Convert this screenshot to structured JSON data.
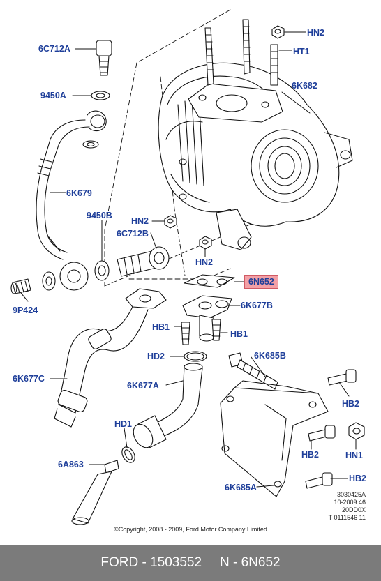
{
  "callouts": {
    "hn2_top": "HN2",
    "ht1": "HT1",
    "c6k682": "6K682",
    "c6c712a": "6C712A",
    "c9450a": "9450A",
    "c6k679": "6K679",
    "c9450b": "9450B",
    "hn2_left": "HN2",
    "c6c712b": "6C712B",
    "hn2_mid": "HN2",
    "c6n652": "6N652",
    "c9p424": "9P424",
    "c6k677b": "6K677B",
    "hb1_left": "HB1",
    "hb1_right": "HB1",
    "hd2": "HD2",
    "c6k685b": "6K685B",
    "c6k677c": "6K677C",
    "c6k677a": "6K677A",
    "hb2_top": "HB2",
    "hd1": "HD1",
    "hb2_mid": "HB2",
    "hn1": "HN1",
    "c6a863": "6A863",
    "c6k685a": "6K685A",
    "hb2_bottom": "HB2"
  },
  "highlighted_part": "6N652",
  "highlight_color": "#f3a0a6",
  "callout_color": "#1f3f9a",
  "meta": {
    "line1": "3030425A",
    "line2": "10-2009 46",
    "line3": "20DD0X",
    "line4": "T 0111546 11"
  },
  "copyright": "©Copyright, 2008 - 2009, Ford Motor Company Limited",
  "footer": {
    "brand_part": "FORD - 1503552",
    "code": "N - 6N652"
  }
}
